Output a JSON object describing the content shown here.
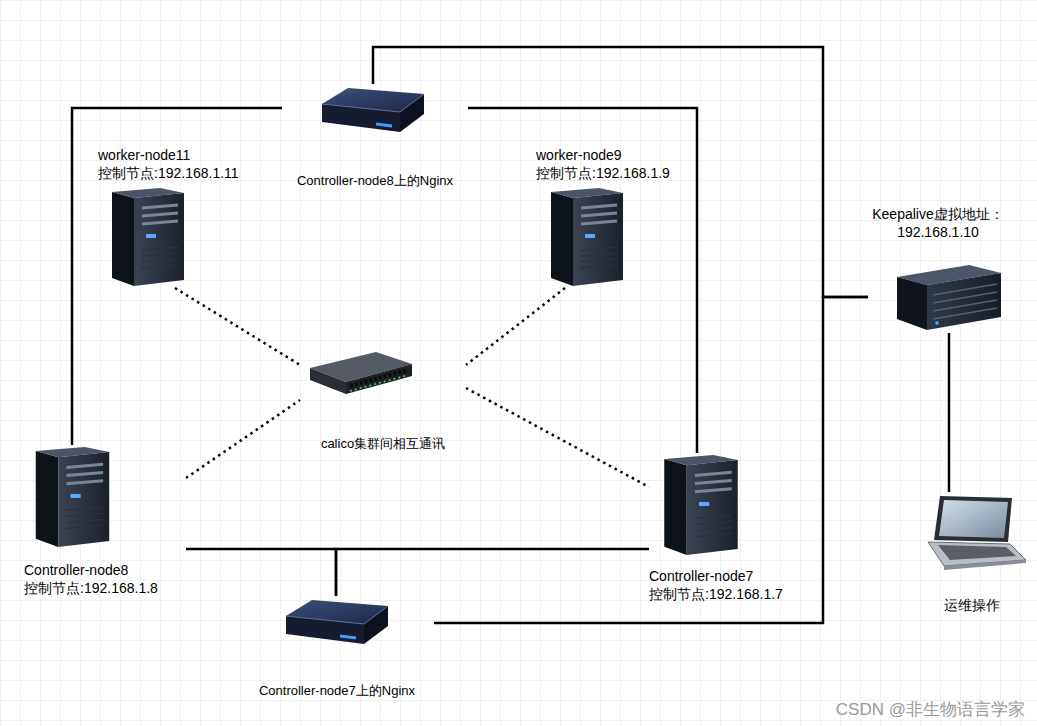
{
  "diagram": {
    "nodes": [
      {
        "text": [
          "Controller-node8上的Nginx"
        ]
      },
      {
        "text": [
          "worker-node11",
          "控制节点:192.168.1.11"
        ]
      },
      {
        "text": [
          "worker-node9",
          "控制节点:192.168.1.9"
        ]
      },
      {
        "text": [
          "Keepalive虚拟地址：",
          "192.168.1.10"
        ]
      },
      {
        "text": [
          "calico集群间相互通讯"
        ]
      },
      {
        "text": [
          "Controller-node8",
          "控制节点:192.168.1.8"
        ]
      },
      {
        "text": [
          "Controller-node7",
          "控制节点:192.168.1.7"
        ]
      },
      {
        "text": [
          "Controller-node7上的Nginx"
        ]
      },
      {
        "text": [
          "运维操作"
        ]
      }
    ],
    "edges": [
      {
        "from": 0,
        "to": 5,
        "arrow": "none"
      },
      {
        "from": 0,
        "to": 6,
        "arrow": "none"
      },
      {
        "from": 0,
        "to": 3,
        "arrow": "none"
      },
      {
        "from": 3,
        "to": 7,
        "arrow": "none"
      },
      {
        "from": 7,
        "to": 5,
        "arrow": "none"
      },
      {
        "from": 7,
        "to": 6,
        "arrow": "none"
      },
      {
        "from": 3,
        "to": 8,
        "arrow": "none"
      },
      {
        "from": 1,
        "to": 4,
        "arrow": "none"
      },
      {
        "from": 2,
        "to": 4,
        "arrow": "none"
      },
      {
        "from": 5,
        "to": 4,
        "arrow": "none"
      },
      {
        "from": 4,
        "to": 6,
        "arrow": "none"
      }
    ],
    "labels": [
      "CSDN @非生物语言学家"
    ]
  }
}
